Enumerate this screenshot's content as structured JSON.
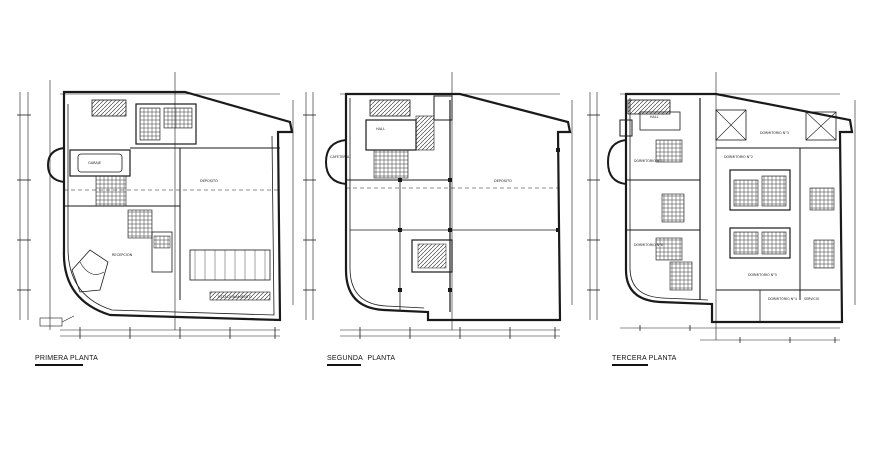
{
  "drawing": {
    "line_color": "#1a1a1a",
    "background": "#ffffff"
  },
  "plans": [
    {
      "id": "primera",
      "caption": "PRIMERA PLANTA"
    },
    {
      "id": "segunda",
      "caption_part1": "SEGUNDA",
      "caption_part2": "PLANTA"
    },
    {
      "id": "tercera",
      "caption": "TERCERA PLANTA"
    }
  ]
}
